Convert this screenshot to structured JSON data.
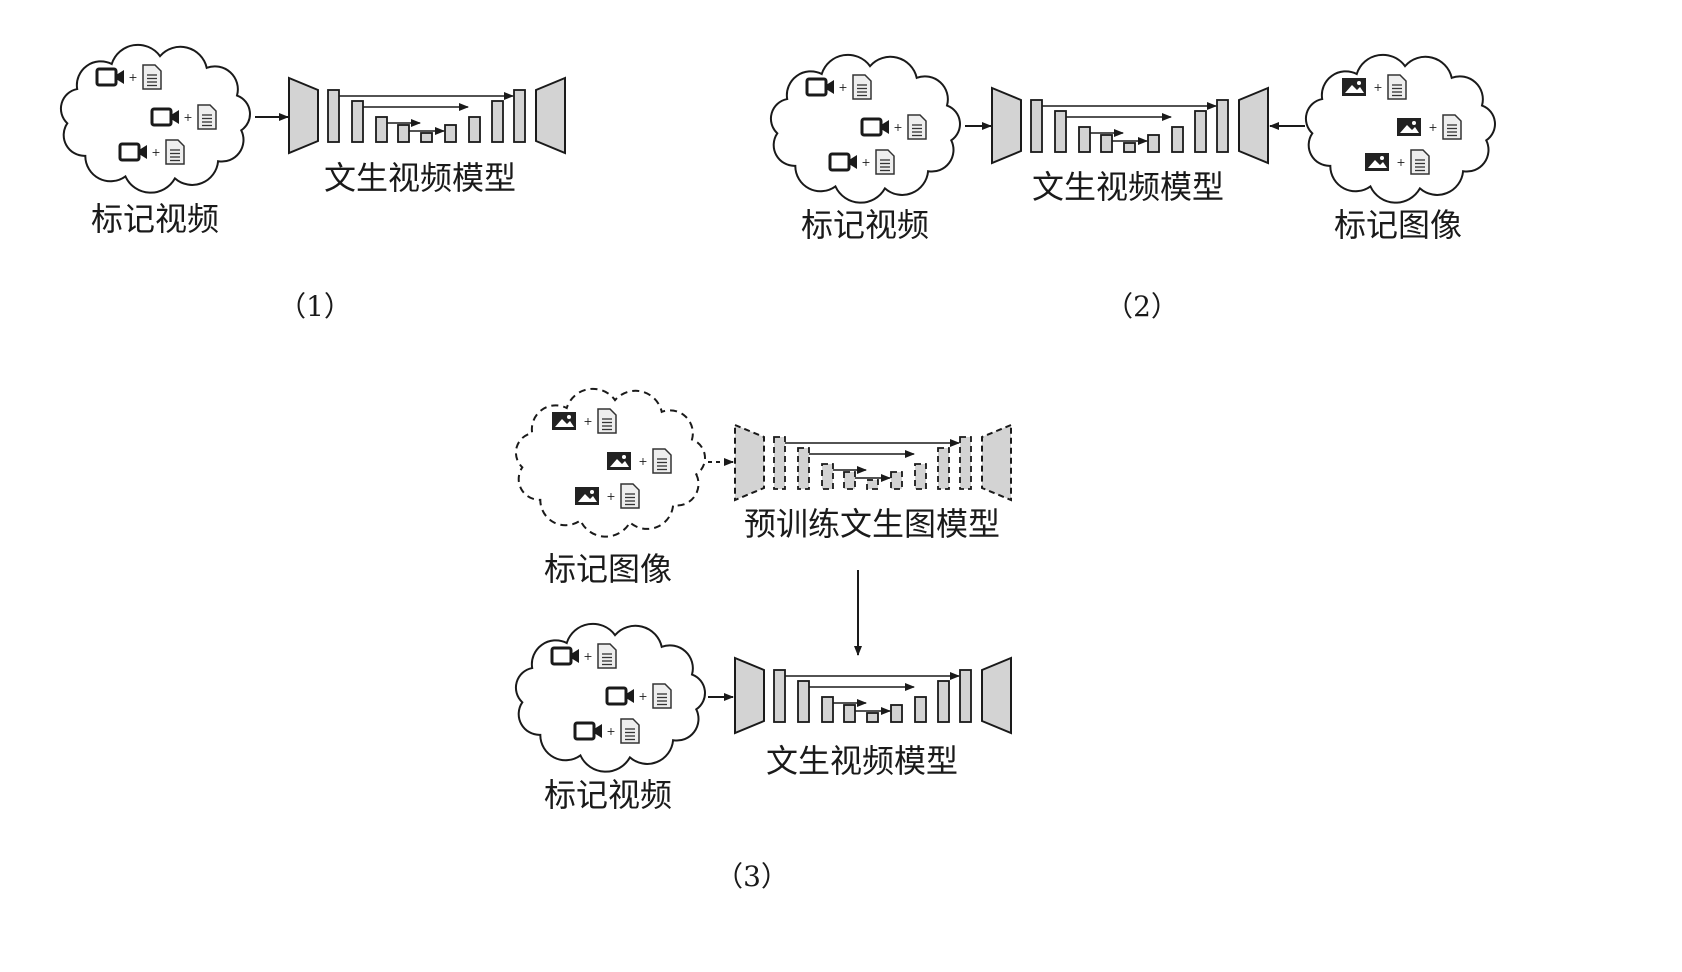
{
  "panels": [
    {
      "caption": "（1）",
      "model_label": "文生视频模型",
      "input_label": "标记视频",
      "input_icon": "video-icon"
    },
    {
      "caption": "（2）",
      "model_label": "文生视频模型",
      "input_label": "标记视频",
      "input_icon": "video-icon",
      "second_input_label": "标记图像",
      "second_input_icon": "image-icon"
    },
    {
      "caption": "（3）",
      "pretrain_model_label": "预训练文生图模型",
      "pretrain_input_label": "标记图像",
      "model_label": "文生视频模型",
      "input_label": "标记视频",
      "input_icon": "video-icon",
      "pretrain_icon": "image-icon"
    }
  ],
  "colors": {
    "fill": "#d3d3d3",
    "stroke": "#1a1a1a"
  }
}
